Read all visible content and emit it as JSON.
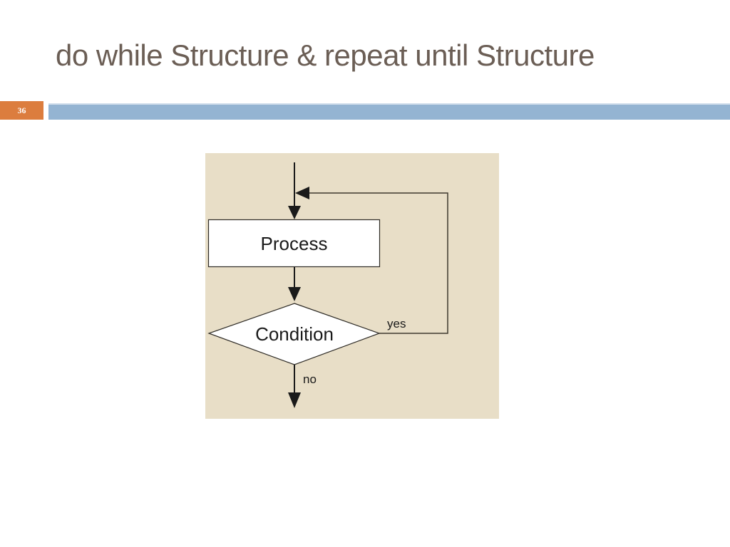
{
  "slide": {
    "title": "do while Structure & repeat until Structure",
    "page_number": "36"
  },
  "flowchart": {
    "process_label": "Process",
    "condition_label": "Condition",
    "yes_label": "yes",
    "no_label": "no"
  },
  "colors": {
    "title_color": "#6B5E55",
    "badge_bg": "#DC7D3E",
    "badge_text": "#FFFFFF",
    "bar_bg": "#94B4D2",
    "panel_bg": "#E8DEC7",
    "line_color": "#1A1A1A",
    "loop_line_color": "#3E382E",
    "shape_border": "#2E2B26",
    "shape_fill": "#FFFFFF",
    "label_text": "#1A1A1A"
  }
}
